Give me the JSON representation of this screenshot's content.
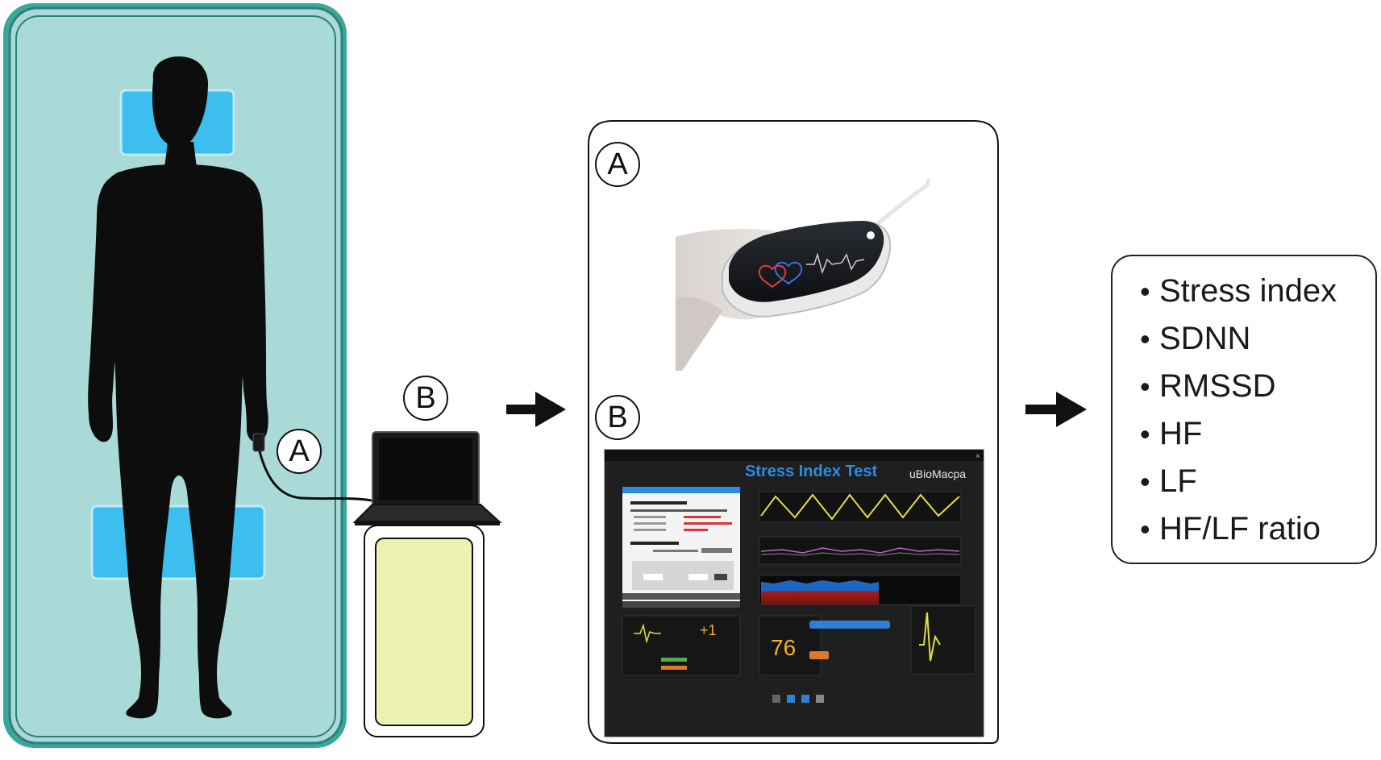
{
  "labels": {
    "sensor_on_body": "A",
    "laptop": "B",
    "panel_sensor": "A",
    "panel_software": "B"
  },
  "outcomes": [
    "Stress index",
    "SDNN",
    "RMSSD",
    "HF",
    "LF",
    "HF/LF ratio"
  ],
  "software": {
    "title": "Stress Index Test",
    "brand": "uBioMacpa",
    "heart_rate": "76",
    "diff_value": "+1"
  },
  "colors": {
    "bed": "#a9dad7",
    "bed_border": "#3aa79d",
    "pad": "#3cbfef",
    "stand_panel": "#eef2b0",
    "silhouette": "#0d0d0d",
    "screen_bg": "#1f1f1f",
    "screen_title": "#2f8be0",
    "wave": "#e3df3c",
    "hr_value": "#f0b21e"
  },
  "icons": [
    "person-silhouette",
    "laptop-icon",
    "pulse-oximeter-photo",
    "arrow-right-icon"
  ]
}
